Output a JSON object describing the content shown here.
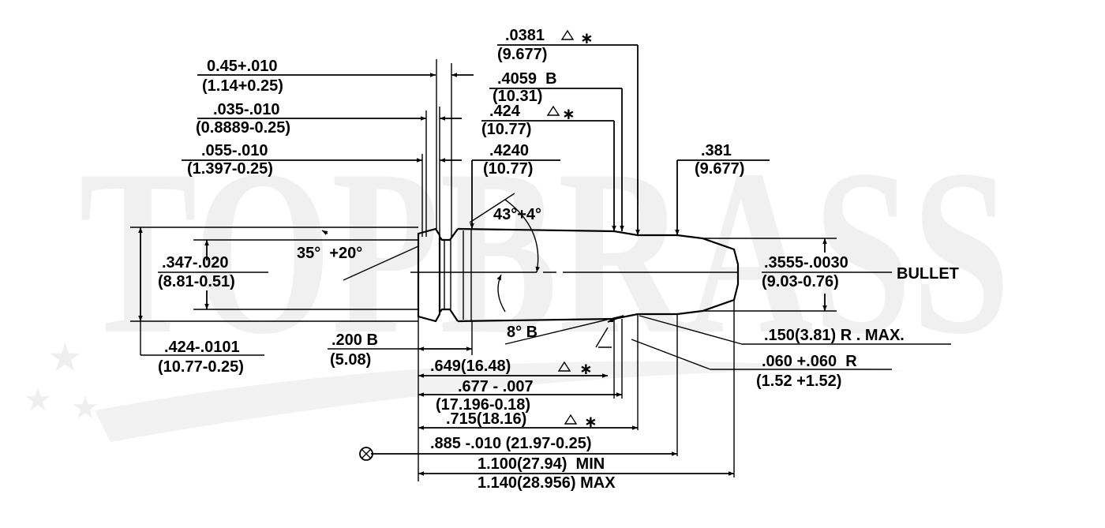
{
  "watermark": {
    "text": "TOPBRASS",
    "color": "#f0f0f0"
  },
  "labels": {
    "rim_thickness_in": "0.45+.010",
    "rim_thickness_mm": "(1.14+0.25)",
    "extractor_groove_in": ".035-.010",
    "extractor_groove_mm": "(0.8889-0.25)",
    "groove_width_in": ".055-.010",
    "groove_width_mm": "(1.397-0.25)",
    "neck_dia_star_in": ".0381",
    "neck_dia_star_mm": "(9.677)",
    "shoulder_dia_b_in": ".4059  B",
    "shoulder_dia_b_mm": "(10.31)",
    "body_dia_star_in": ".424",
    "body_dia_star_mm": "(10.77)",
    "body_dia_in": ".4240",
    "body_dia_mm": "(10.77)",
    "neck_outer_in": ".381",
    "neck_outer_mm": "(9.677)",
    "shoulder_angle": "43°+4°",
    "groove_angle": "35°  +20°",
    "groove_dia_in": ".347-.020",
    "groove_dia_mm": "(8.81-0.51)",
    "bullet_dia_in": ".3555-.0030",
    "bullet_dia_mm": "(9.03-0.76)",
    "bullet": "BULLET",
    "body_taper": "8° B",
    "rim_dia_in": ".424-.0101",
    "rim_dia_mm": "(10.77-0.25)",
    "head_len_in": ".200 B",
    "head_len_mm": "(5.08)",
    "shoulder_len": ".649(16.48)",
    "neck_start_in": ".677 - .007",
    "neck_start_mm": "(17.196-0.18)",
    "body_len": ".715(18.16)",
    "case_len": ".885 -.010 (21.97-0.25)",
    "oal_min": "1.100(27.94)  MIN",
    "oal_max": "1.140(28.956) MAX",
    "radius_max": ".150(3.81) R . MAX.",
    "radius_in": ".060 +.060  R",
    "radius_mm": "(1.52 +1.52)",
    "star": "∗"
  }
}
